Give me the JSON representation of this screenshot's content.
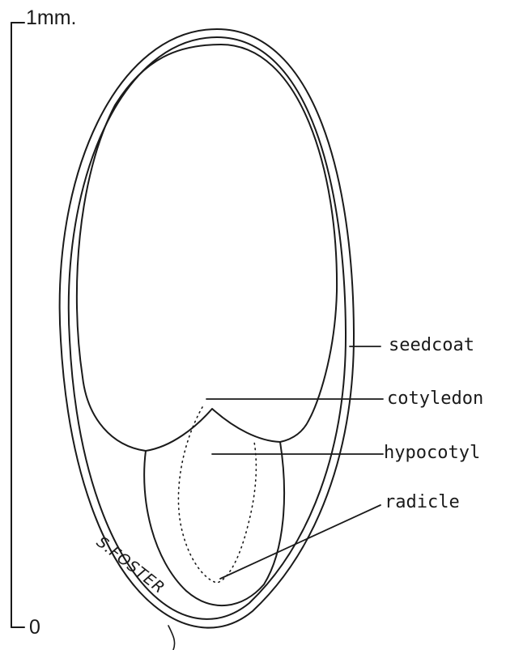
{
  "scale": {
    "top_label": "1mm.",
    "bottom_label": "0"
  },
  "labels": {
    "seedcoat": "seedcoat",
    "cotyledon": "cotyledon",
    "hypocotyl": "hypocotyl",
    "radicle": "radicle"
  },
  "signature": "S.FOSTER",
  "colors": {
    "ink": "#1a1a1a",
    "paper": "#ffffff"
  }
}
